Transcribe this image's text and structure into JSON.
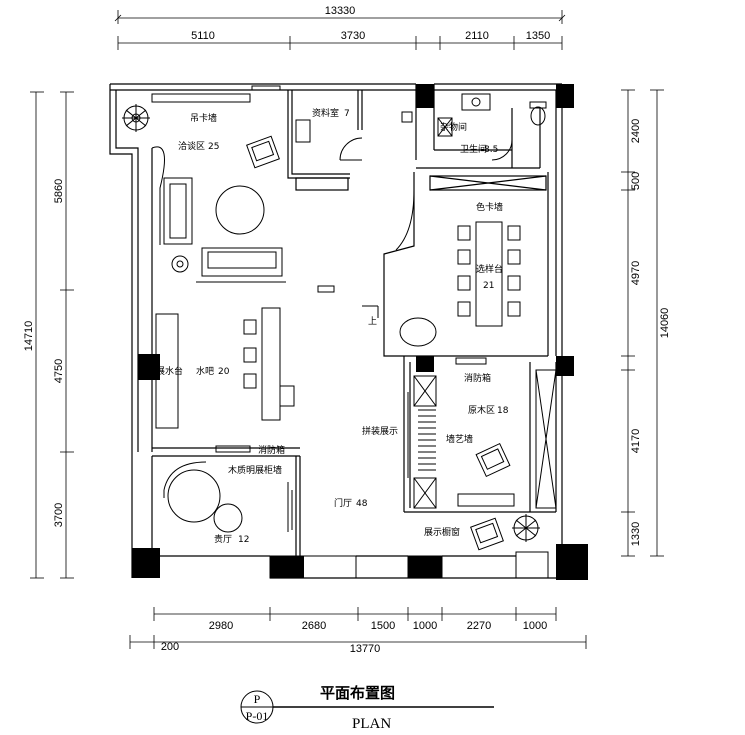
{
  "dimensions": {
    "top_total": "13330",
    "top_segments": [
      "5110",
      "3730",
      "2110",
      "1350"
    ],
    "left_total": "14710",
    "left_segments": [
      "5860",
      "4750",
      "3700"
    ],
    "right_total": "14060",
    "right_segments": [
      "2400",
      "500",
      "4970",
      "4170",
      "1330"
    ],
    "bottom_segments": [
      "2980",
      "2680",
      "1500",
      "1000",
      "2270",
      "1000"
    ],
    "bottom_left": "200",
    "bottom_total": "13770"
  },
  "rooms": {
    "hanging_wall": "吊卡墙",
    "negotiation": "洽谈区",
    "negotiation_no": "25",
    "archive": "资料室",
    "archive_no": "7",
    "janitor": "杂物间",
    "toilet": "卫生间",
    "toilet_no": "8.5",
    "color_card_wall": "色卡墙",
    "selection_table": "选样台",
    "selection_no": "21",
    "water_table": "展水台",
    "bar": "水吧",
    "bar_no": "20",
    "floor_display": "拼装展示",
    "fire_hydrant": "消防箱",
    "fire_hydrant_2": "消防箱",
    "original_wood": "原木区",
    "original_wood_no": "18",
    "wall_art": "墙艺墙",
    "solid_wood_wall": "木质明展柜墙",
    "lobby": "门厅",
    "lobby_no": "48",
    "vip_room": "贵厅",
    "vip_room_no": "12",
    "window_display": "展示橱窗",
    "stair_up": "上"
  },
  "title": {
    "cn": "平面布置图",
    "en": "PLAN",
    "tag_top": "P",
    "tag_bottom": "P-01"
  }
}
